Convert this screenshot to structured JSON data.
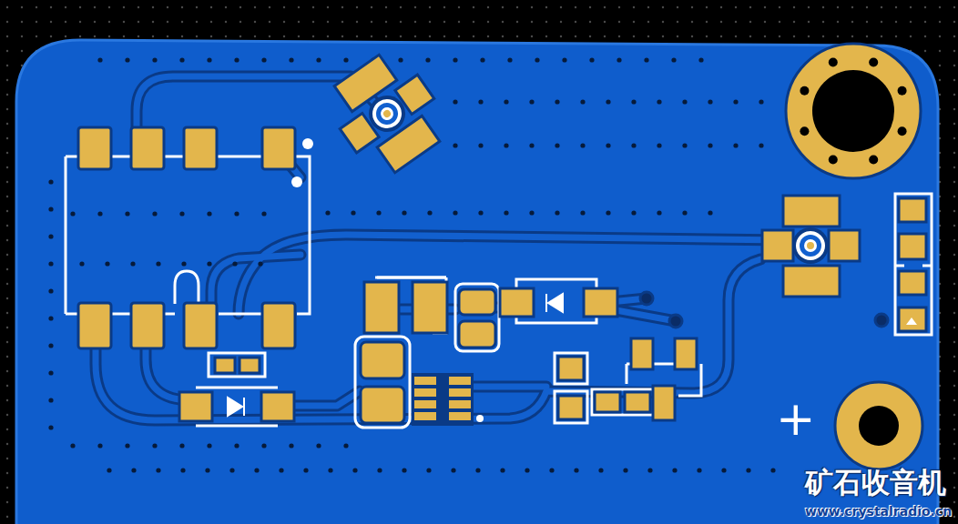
{
  "diagram": {
    "labels": [
      "+",
      "矿石收音机",
      "www.crystalradio.cn"
    ]
  }
}
